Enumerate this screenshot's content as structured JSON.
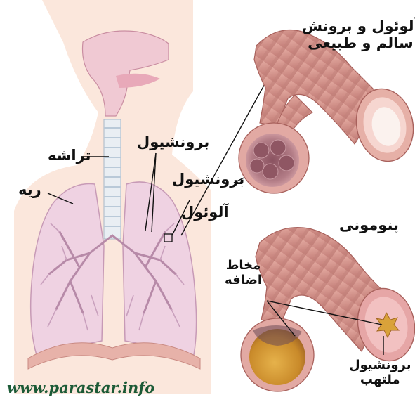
{
  "labels": {
    "trachea": "تراشه",
    "lung": "ریه",
    "bronchiole_top": "برونشیول",
    "bronchiole_mid": "برونشیول",
    "alveolus": "آلوئول",
    "healthy_title_line1": "آلوئول و برونش",
    "healthy_title_line2": "سالم و طبیعی",
    "pneumonia": "پنومونی",
    "extra_mucus_line1": "مخاط",
    "extra_mucus_line2": "اضافه",
    "inflamed_bronchiole_line1": "برونشیول",
    "inflamed_bronchiole_line2": "ملتهب"
  },
  "watermark": "www.parastar.info",
  "colors": {
    "skin": "#fbe7dc",
    "lung": "#efd2e2",
    "lung_edge": "#c79ab6",
    "tube": "#d7948e",
    "tube_dark": "#b06762",
    "mucus": "#d9a23a",
    "inflamed": "#f2c1c1"
  }
}
